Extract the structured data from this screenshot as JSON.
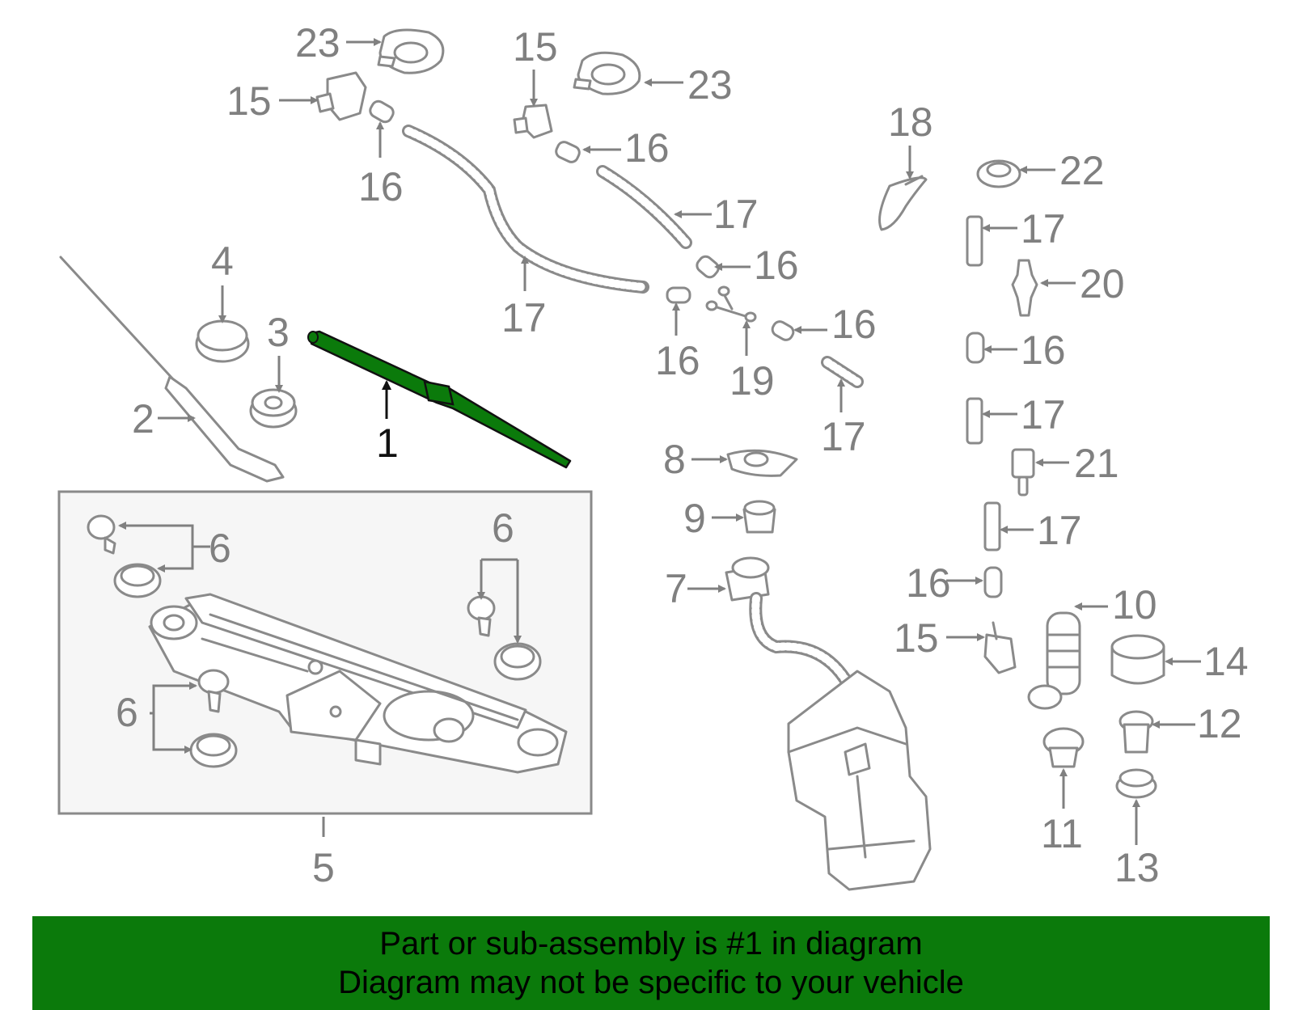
{
  "callouts": {
    "c1": "1",
    "c2": "2",
    "c3": "3",
    "c4": "4",
    "c5": "5",
    "c6a": "6",
    "c6b": "6",
    "c6c": "6",
    "c7": "7",
    "c8": "8",
    "c9": "9",
    "c10": "10",
    "c11": "11",
    "c12": "12",
    "c13": "13",
    "c14": "14",
    "c15a": "15",
    "c15b": "15",
    "c15c": "15",
    "c16a": "16",
    "c16b": "16",
    "c16c": "16",
    "c16d": "16",
    "c16e": "16",
    "c16f": "16",
    "c16g": "16",
    "c17a": "17",
    "c17b": "17",
    "c17c": "17",
    "c17d": "17",
    "c17e": "17",
    "c17f": "17",
    "c18": "18",
    "c19": "19",
    "c20": "20",
    "c21": "21",
    "c22": "22",
    "c23a": "23",
    "c23b": "23"
  },
  "colors": {
    "highlight": "#0b7a0b",
    "parts": "#8a8a8a",
    "active_callout": "#111111"
  },
  "banner": {
    "line1": "Part or sub-assembly is #1 in diagram",
    "line2": "Diagram may not be specific to your vehicle"
  }
}
